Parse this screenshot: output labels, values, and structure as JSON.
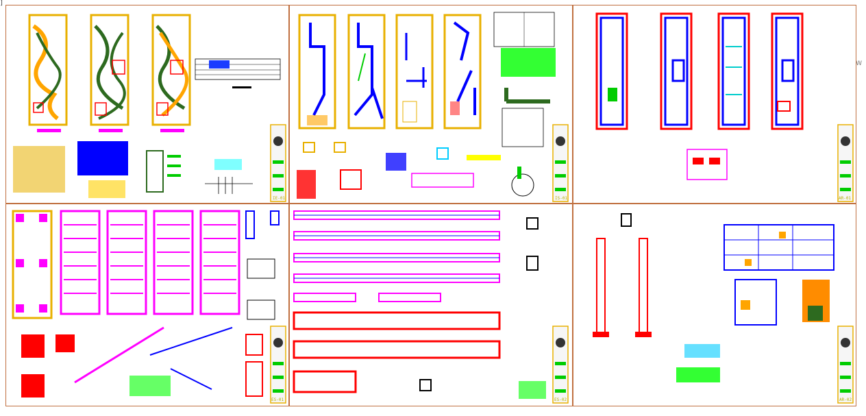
{
  "viewer": {
    "edge_glyph": "]",
    "right_glyph": "W"
  },
  "sheets": [
    {
      "id": "s1",
      "code": "IE-01"
    },
    {
      "id": "s2",
      "code": "IS-01"
    },
    {
      "id": "s3",
      "code": "AR-01"
    },
    {
      "id": "s4",
      "code": "ES-01"
    },
    {
      "id": "s5",
      "code": "ES-02"
    },
    {
      "id": "s6",
      "code": "AR-02"
    }
  ],
  "colors": {
    "border": "#c07040",
    "wall": "#e8b000",
    "blue": "#0000ff",
    "red": "#ff0000",
    "magenta": "#ff00ff",
    "green": "#006600",
    "lime": "#00ff00",
    "cyan": "#00ffff",
    "orange": "#ffa500",
    "yellow": "#ffff00"
  }
}
